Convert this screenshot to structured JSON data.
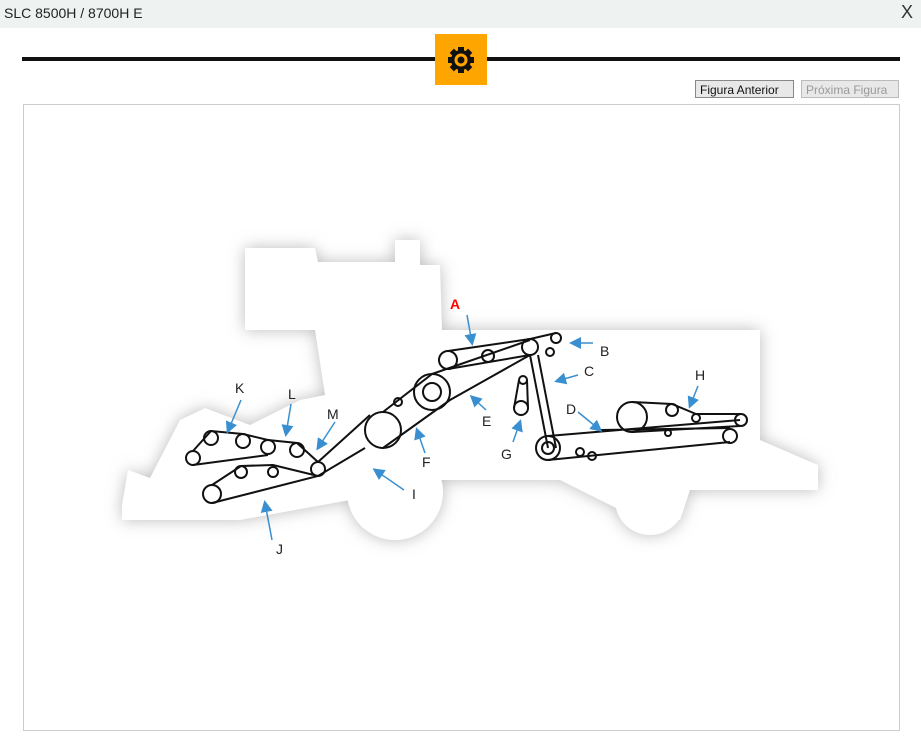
{
  "window": {
    "title": "SLC 8500H / 8700H E",
    "close_label": "X"
  },
  "toolbar": {
    "prev_label": "Figura Anterior",
    "next_label": "Próxima Figura",
    "accent": "#ffa500"
  },
  "figure": {
    "labels": {
      "A": "A",
      "B": "B",
      "C": "C",
      "D": "D",
      "E": "E",
      "F": "F",
      "G": "G",
      "H": "H",
      "I": "I",
      "J": "J",
      "K": "K",
      "L": "L",
      "M": "M"
    },
    "highlight_color": "#ff0000",
    "arrow_color": "#3a8fd0"
  }
}
